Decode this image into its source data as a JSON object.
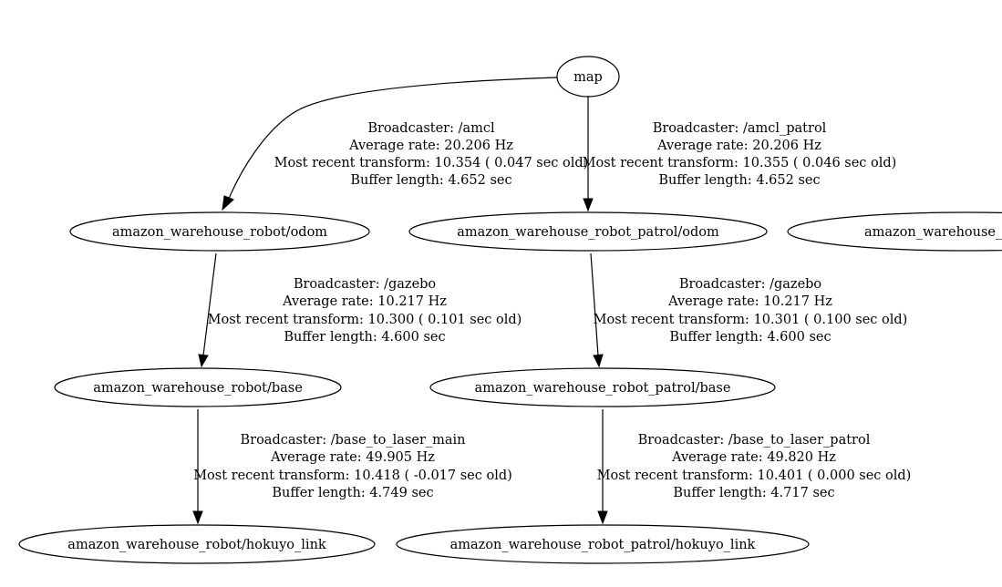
{
  "nodes": {
    "map": "map",
    "robot_odom": "amazon_warehouse_robot/odom",
    "patrol_odom": "amazon_warehouse_robot_patrol/odom",
    "third_odom": "amazon_warehouse_r",
    "robot_base": "amazon_warehouse_robot/base",
    "patrol_base": "amazon_warehouse_robot_patrol/base",
    "robot_hokuyo": "amazon_warehouse_robot/hokuyo_link",
    "patrol_hokuyo": "amazon_warehouse_robot_patrol/hokuyo_link"
  },
  "edges": {
    "map_robot_odom": {
      "broadcaster": "Broadcaster: /amcl",
      "rate": "Average rate: 20.206 Hz",
      "recent": "Most recent transform: 10.354 ( 0.047 sec old)",
      "buffer": "Buffer length: 4.652 sec"
    },
    "map_patrol_odom": {
      "broadcaster": "Broadcaster: /amcl_patrol",
      "rate": "Average rate: 20.206 Hz",
      "recent": "Most recent transform: 10.355 ( 0.046 sec old)",
      "buffer": "Buffer length: 4.652 sec"
    },
    "robot_odom_base": {
      "broadcaster": "Broadcaster: /gazebo",
      "rate": "Average rate: 10.217 Hz",
      "recent": "Most recent transform: 10.300 ( 0.101 sec old)",
      "buffer": "Buffer length: 4.600 sec"
    },
    "patrol_odom_base": {
      "broadcaster": "Broadcaster: /gazebo",
      "rate": "Average rate: 10.217 Hz",
      "recent": "Most recent transform: 10.301 ( 0.100 sec old)",
      "buffer": "Buffer length: 4.600 sec"
    },
    "robot_base_hokuyo": {
      "broadcaster": "Broadcaster: /base_to_laser_main",
      "rate": "Average rate: 49.905 Hz",
      "recent": "Most recent transform: 10.418 ( -0.017 sec old)",
      "buffer": "Buffer length: 4.749 sec"
    },
    "patrol_base_hokuyo": {
      "broadcaster": "Broadcaster: /base_to_laser_patrol",
      "rate": "Average rate: 49.820 Hz",
      "recent": "Most recent transform: 10.401 ( 0.000 sec old)",
      "buffer": "Buffer length: 4.717 sec"
    }
  }
}
